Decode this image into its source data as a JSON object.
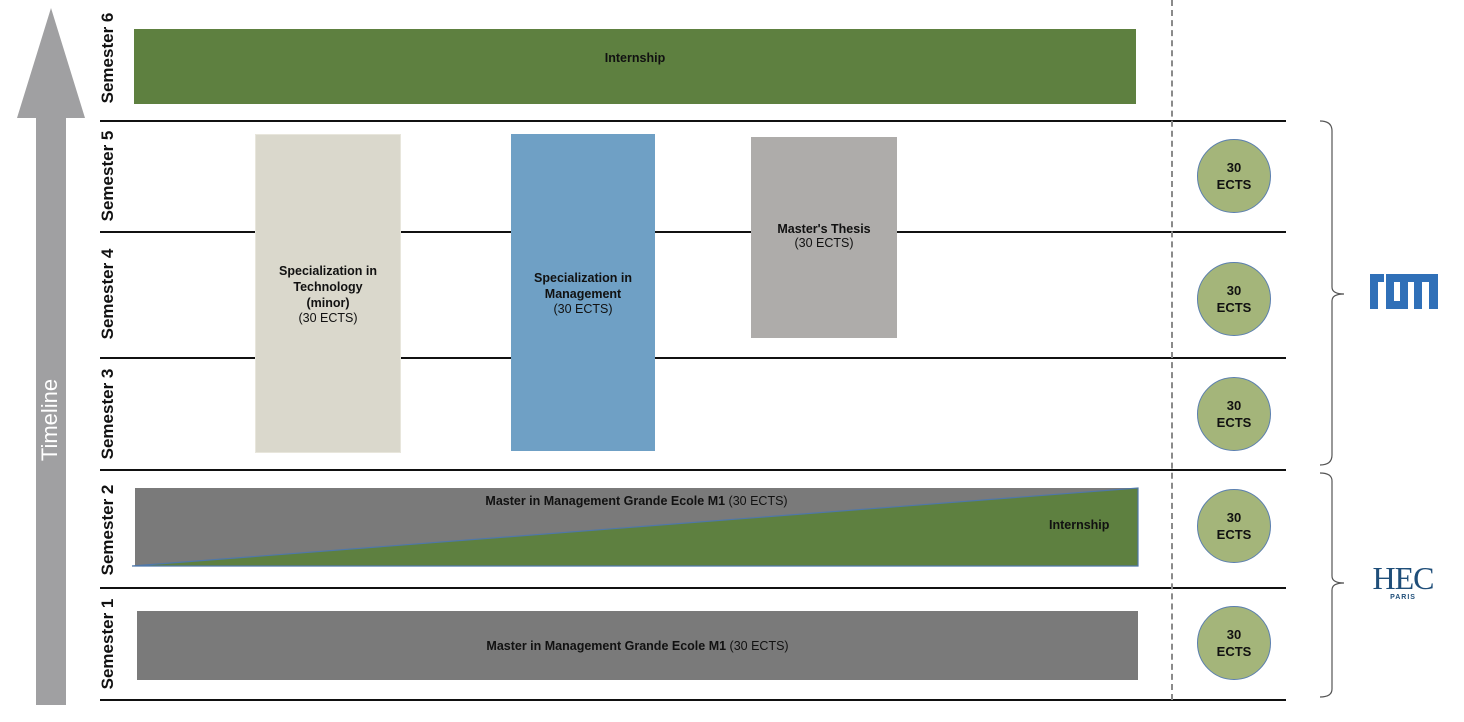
{
  "timeline_label": "Timeline",
  "semesters": [
    "Semester 1",
    "Semester 2",
    "Semester 3",
    "Semester 4",
    "Semester 5",
    "Semester 6"
  ],
  "blocks": {
    "internship_s6": "Internship",
    "tech": {
      "title": "Specialization in Technology (minor)",
      "ects": "(30 ECTS)"
    },
    "mgmt": {
      "title": "Specialization in Management",
      "ects": "(30 ECTS)"
    },
    "thesis": {
      "title": "Master's Thesis",
      "ects": "(30 ECTS)"
    },
    "s2": {
      "title": "Master in Management Grande Ecole M1",
      "ects": "(30 ECTS)",
      "internship": "Internship"
    },
    "s1": {
      "title": "Master in Management Grande Ecole M1",
      "ects": "(30 ECTS)"
    }
  },
  "credits": [
    {
      "n": "30",
      "u": "ECTS"
    },
    {
      "n": "30",
      "u": "ECTS"
    },
    {
      "n": "30",
      "u": "ECTS"
    },
    {
      "n": "30",
      "u": "ECTS"
    },
    {
      "n": "30",
      "u": "ECTS"
    }
  ],
  "logos": {
    "tum": "TUM",
    "hec": "HEC",
    "hec_sub": "PARIS"
  },
  "colors": {
    "internship": "#5e8040",
    "tech": "#dad8cc",
    "mgmt": "#6fa0c5",
    "thesis": "#aeacaa",
    "m1": "#7a7a7a",
    "credit": "#a4b57a",
    "tum": "#3070b8",
    "hec": "#1f4e79"
  }
}
